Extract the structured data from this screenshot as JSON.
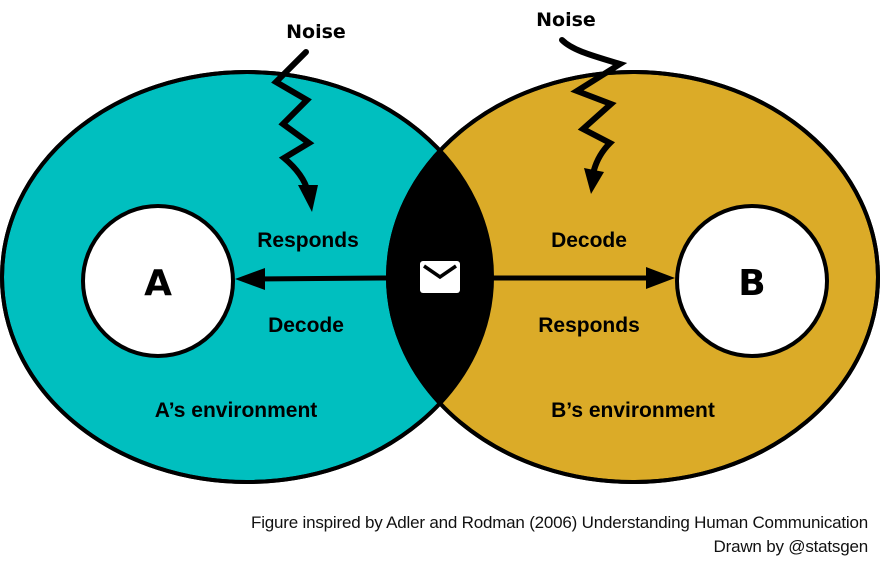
{
  "diagram": {
    "type": "transactional-communication-model",
    "colors": {
      "a_environment": "#00bfbf",
      "b_environment": "#dbab28",
      "overlap": "#000000",
      "person_circle": "#ffffff",
      "stroke": "#000000",
      "message_icon": "#ffffff"
    },
    "left": {
      "person_label": "A",
      "environment_label": "A’s environment",
      "upper_label": "Responds",
      "lower_label": "Decode",
      "noise_label": "Noise"
    },
    "right": {
      "person_label": "B",
      "environment_label": "B’s environment",
      "upper_label": "Decode",
      "lower_label": "Responds",
      "noise_label": "Noise"
    },
    "center": {
      "icon": "envelope-icon"
    },
    "arrows": [
      {
        "from": "message",
        "to": "A"
      },
      {
        "from": "message",
        "to": "B"
      }
    ]
  },
  "caption": {
    "line1": "Figure inspired by Adler and Rodman (2006) Understanding Human Communication",
    "line2": "Drawn by @statsgen"
  }
}
